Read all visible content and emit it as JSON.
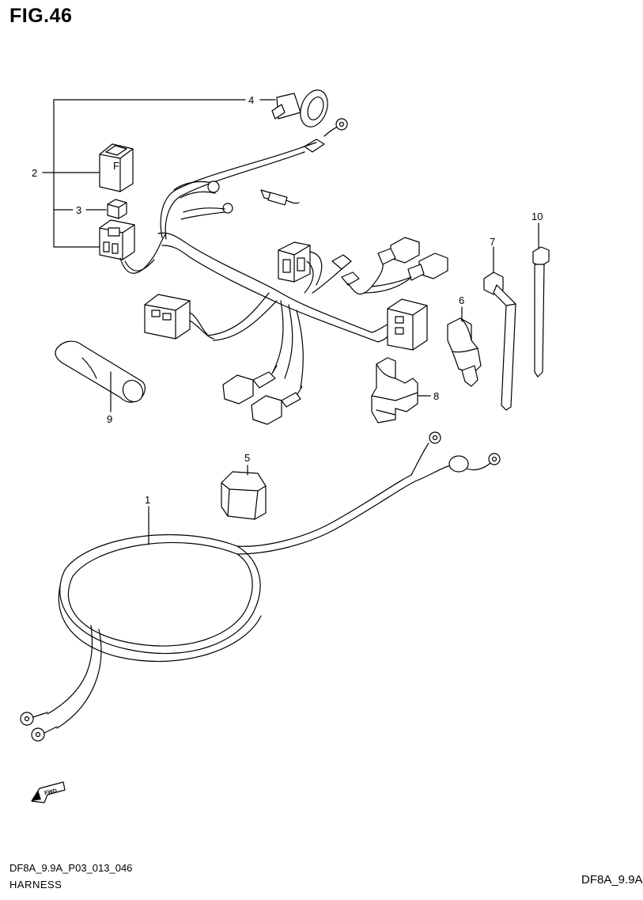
{
  "figure": {
    "title": "FIG.46",
    "code": "DF8A_9.9A_P03_013_046",
    "name": "HARNESS",
    "right_code": "DF8A_9.9A"
  },
  "callouts": [
    {
      "id": "1",
      "label": "1"
    },
    {
      "id": "2",
      "label": "2"
    },
    {
      "id": "3",
      "label": "3"
    },
    {
      "id": "4",
      "label": "4"
    },
    {
      "id": "5",
      "label": "5"
    },
    {
      "id": "6",
      "label": "6"
    },
    {
      "id": "7",
      "label": "7"
    },
    {
      "id": "8",
      "label": "8"
    },
    {
      "id": "9",
      "label": "9"
    },
    {
      "id": "10",
      "label": "10"
    }
  ],
  "fwd_badge": "FWD",
  "icons": [
    "fwd-arrow-icon"
  ]
}
